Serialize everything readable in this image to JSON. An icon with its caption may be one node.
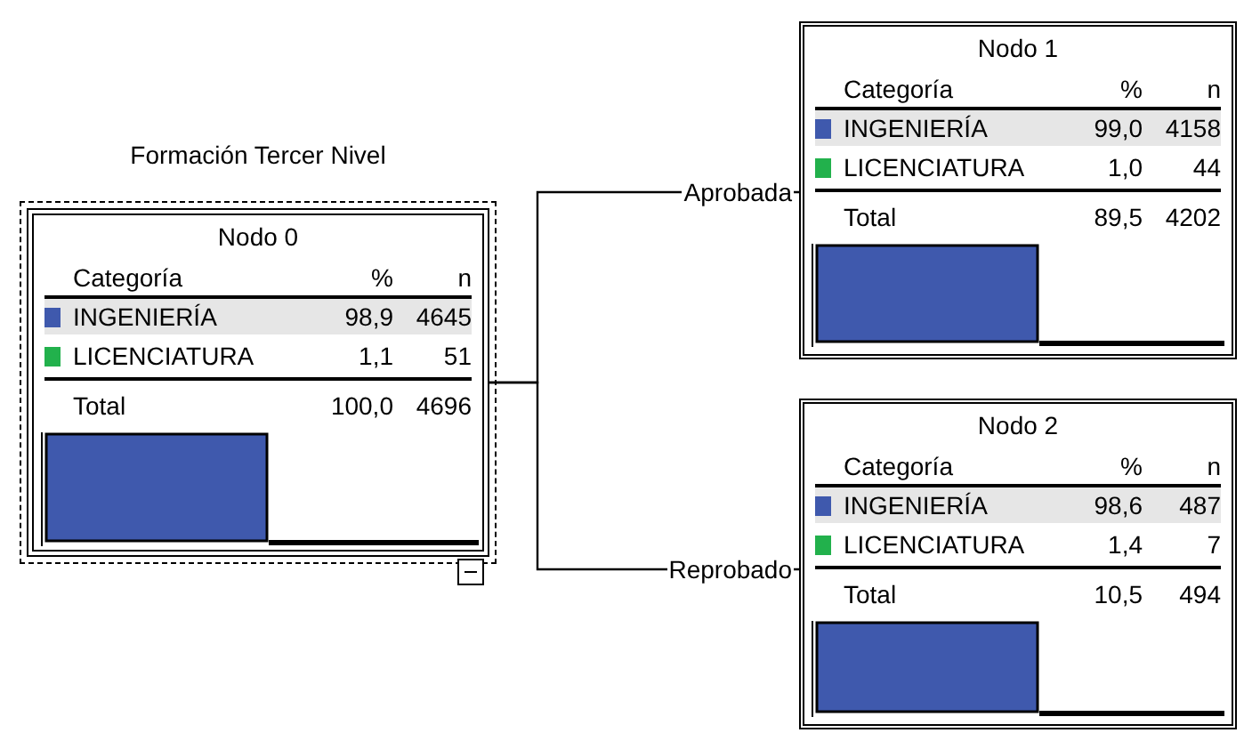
{
  "diagram": {
    "nodes": [
      {
        "text": [
          "Nodo 0",
          "Categoría",
          "%",
          "n",
          "INGENIERÍA",
          "98,9",
          "4645",
          "LICENCIATURA",
          "1,1",
          "51",
          "Total",
          "100,0",
          "4696"
        ],
        "beside": [
          "Formación Tercer Nivel"
        ]
      },
      {
        "text": [
          "Nodo 1",
          "Categoría",
          "%",
          "n",
          "INGENIERÍA",
          "99,0",
          "4158",
          "LICENCIATURA",
          "1,0",
          "44",
          "Total",
          "89,5",
          "4202"
        ]
      },
      {
        "text": [
          "Nodo 2",
          "Categoría",
          "%",
          "n",
          "INGENIERÍA",
          "98,6",
          "487",
          "LICENCIATURA",
          "1,4",
          "7",
          "Total",
          "10,5",
          "494"
        ]
      }
    ],
    "edges": [
      {
        "from": 0,
        "to": 1,
        "arrow": "none",
        "label": "Aprobada"
      },
      {
        "from": 0,
        "to": 2,
        "arrow": "none",
        "label": "Reprobado"
      }
    ]
  }
}
